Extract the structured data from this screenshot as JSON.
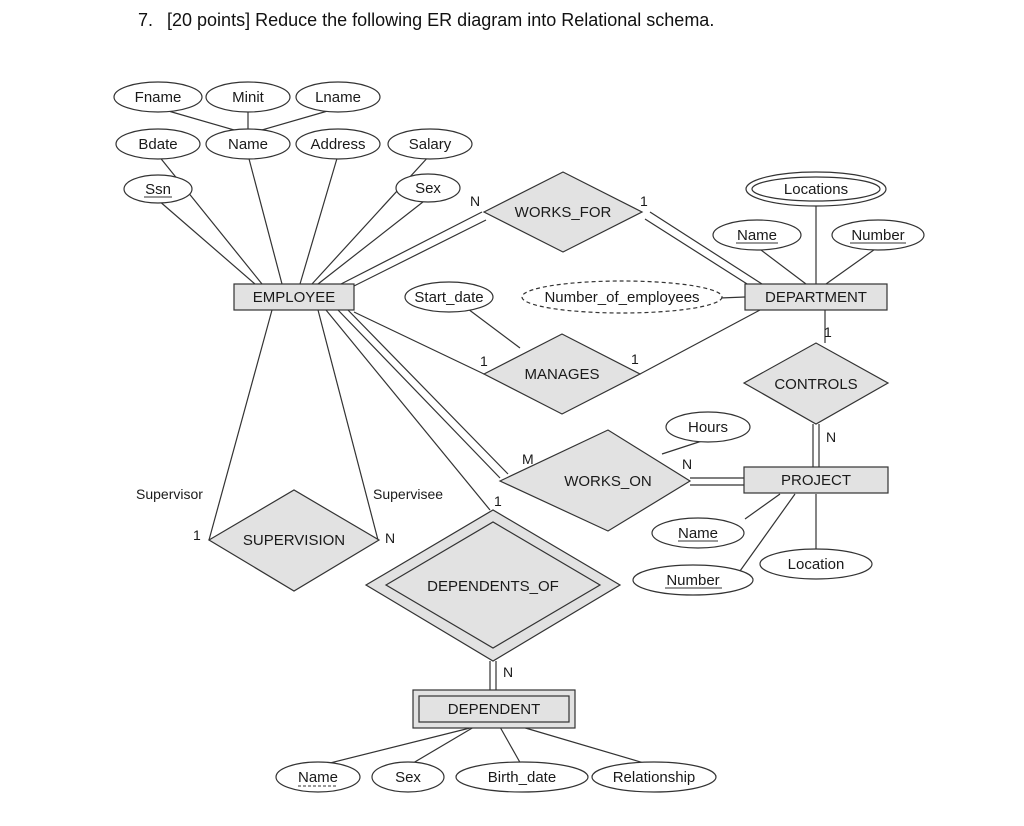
{
  "question": {
    "number": "7.",
    "text": "[20 points] Reduce the following ER diagram into Relational schema."
  },
  "diagram": {
    "entities": [
      {
        "id": "employee",
        "label": "EMPLOYEE",
        "weak": false
      },
      {
        "id": "department",
        "label": "DEPARTMENT",
        "weak": false
      },
      {
        "id": "project",
        "label": "PROJECT",
        "weak": false
      },
      {
        "id": "dependent",
        "label": "DEPENDENT",
        "weak": true
      }
    ],
    "relationships": [
      {
        "id": "works_for",
        "label": "WORKS_FOR",
        "identifying": false
      },
      {
        "id": "manages",
        "label": "MANAGES",
        "identifying": false
      },
      {
        "id": "works_on",
        "label": "WORKS_ON",
        "identifying": false
      },
      {
        "id": "controls",
        "label": "CONTROLS",
        "identifying": false
      },
      {
        "id": "supervision",
        "label": "SUPERVISION",
        "identifying": false
      },
      {
        "id": "dependents_of",
        "label": "DEPENDENTS_OF",
        "identifying": true
      }
    ],
    "attributes": [
      {
        "id": "fname",
        "label": "Fname",
        "kind": "simple"
      },
      {
        "id": "minit",
        "label": "Minit",
        "kind": "simple"
      },
      {
        "id": "lname",
        "label": "Lname",
        "kind": "simple"
      },
      {
        "id": "bdate",
        "label": "Bdate",
        "kind": "simple"
      },
      {
        "id": "emp_name",
        "label": "Name",
        "kind": "composite"
      },
      {
        "id": "address",
        "label": "Address",
        "kind": "simple"
      },
      {
        "id": "salary",
        "label": "Salary",
        "kind": "simple"
      },
      {
        "id": "ssn",
        "label": "Ssn",
        "kind": "key"
      },
      {
        "id": "sex",
        "label": "Sex",
        "kind": "simple"
      },
      {
        "id": "start_date",
        "label": "Start_date",
        "kind": "simple"
      },
      {
        "id": "num_emp",
        "label": "Number_of_employees",
        "kind": "derived"
      },
      {
        "id": "locations",
        "label": "Locations",
        "kind": "multivalued"
      },
      {
        "id": "dept_name",
        "label": "Name",
        "kind": "key"
      },
      {
        "id": "dept_number",
        "label": "Number",
        "kind": "key"
      },
      {
        "id": "hours",
        "label": "Hours",
        "kind": "simple"
      },
      {
        "id": "proj_name",
        "label": "Name",
        "kind": "key"
      },
      {
        "id": "proj_number",
        "label": "Number",
        "kind": "key"
      },
      {
        "id": "location",
        "label": "Location",
        "kind": "simple"
      },
      {
        "id": "dep_name",
        "label": "Name",
        "kind": "partial-key"
      },
      {
        "id": "dep_sex",
        "label": "Sex",
        "kind": "simple"
      },
      {
        "id": "birth_date",
        "label": "Birth_date",
        "kind": "simple"
      },
      {
        "id": "relationship",
        "label": "Relationship",
        "kind": "simple"
      }
    ],
    "cardinalities": {
      "works_for_employee": "N",
      "works_for_department": "1",
      "manages_employee": "1",
      "manages_department": "1",
      "works_on_employee": "M",
      "works_on_project": "N",
      "controls_department": "1",
      "controls_project": "N",
      "supervision_supervisor": "1",
      "supervision_supervisee": "N",
      "dependents_of_employee": "1",
      "dependents_of_dependent": "N"
    },
    "roles": {
      "supervisor": "Supervisor",
      "supervisee": "Supervisee"
    }
  }
}
